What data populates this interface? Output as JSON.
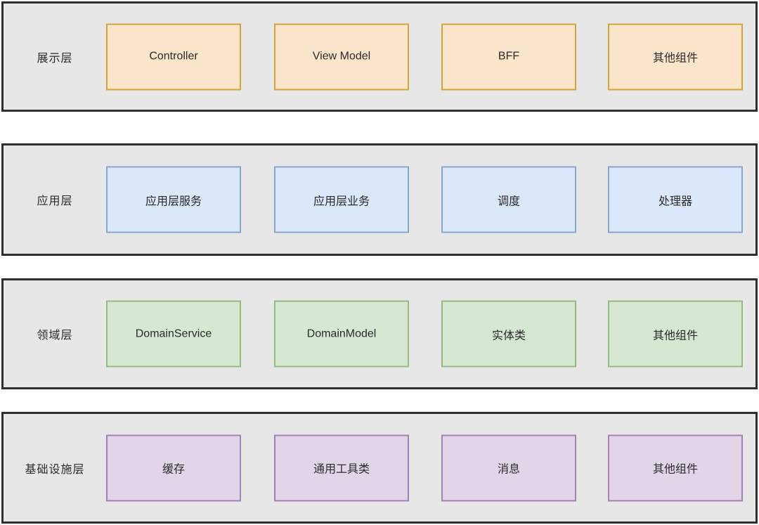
{
  "diagram": {
    "type": "layered-architecture",
    "colors": {
      "band_fill": "#e7e7e7",
      "band_border": "#2f2f2f",
      "text": "#2a2a2a",
      "presentation_fill": "#fce6cb",
      "presentation_border": "#d6a435",
      "application_fill": "#dbe8fb",
      "application_border": "#8ba6ce",
      "domain_fill": "#d6e8d1",
      "domain_border": "#94bc81",
      "infrastructure_fill": "#e2d5e8",
      "infrastructure_border": "#a381b4"
    },
    "layers": [
      {
        "name": "展示层",
        "boxes": [
          "Controller",
          "View Model",
          "BFF",
          "其他组件"
        ]
      },
      {
        "name": "应用层",
        "boxes": [
          "应用层服务",
          "应用层业务",
          "调度",
          "处理器"
        ]
      },
      {
        "name": "领域层",
        "boxes": [
          "DomainService",
          "DomainModel",
          "实体类",
          "其他组件"
        ]
      },
      {
        "name": "基础设施层",
        "boxes": [
          "缓存",
          "通用工具类",
          "消息",
          "其他组件"
        ]
      }
    ]
  }
}
